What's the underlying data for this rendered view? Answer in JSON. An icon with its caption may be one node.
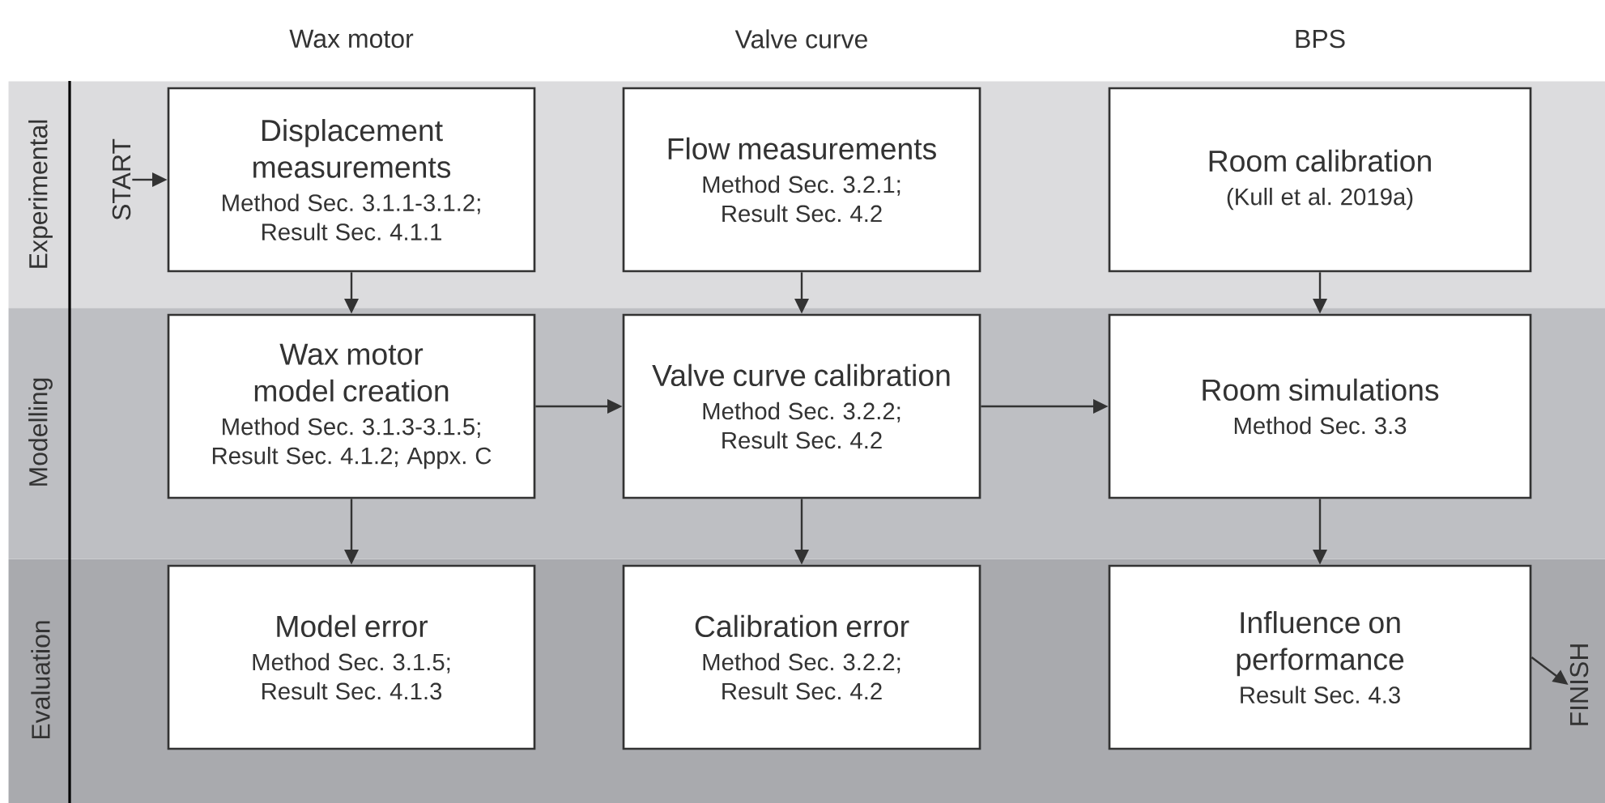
{
  "diagram": {
    "nodes": [
      {
        "text": [
          "Experimental"
        ]
      },
      {
        "text": [
          "Modelling"
        ]
      },
      {
        "text": [
          "Evaluation"
        ]
      },
      {
        "text": [
          "START"
        ],
        "in": 0
      },
      {
        "text": [
          "Displacement measurements",
          "Method Sec. 3.1.1-3.1.2; Result Sec. 4.1.1"
        ],
        "in": 0
      },
      {
        "text": [
          "Flow measurements",
          "Method Sec. 3.2.1; Result Sec. 4.2"
        ],
        "in": 0
      },
      {
        "text": [
          "Room calibration",
          "(Kull et al. 2019a)"
        ],
        "in": 0
      },
      {
        "text": [
          "Wax motor model creation",
          "Method Sec. 3.1.3-3.1.5; Result Sec. 4.1.2; Appx. C"
        ],
        "in": 1
      },
      {
        "text": [
          "Valve curve calibration",
          "Method Sec. 3.2.2; Result Sec. 4.2"
        ],
        "in": 1
      },
      {
        "text": [
          "Room simulations",
          "Method Sec. 3.3"
        ],
        "in": 1
      },
      {
        "text": [
          "Model error",
          "Method Sec. 3.1.5; Result Sec. 4.1.3"
        ],
        "in": 2
      },
      {
        "text": [
          "Calibration error",
          "Method Sec. 3.2.2; Result Sec. 4.2"
        ],
        "in": 2
      },
      {
        "text": [
          "Influence on performance",
          "Result Sec. 4.3"
        ],
        "in": 2
      },
      {
        "text": [
          "FINISH"
        ],
        "in": 2
      }
    ],
    "edges": [
      {
        "from": 3,
        "to": 4,
        "arrow": "to"
      },
      {
        "from": 4,
        "to": 7,
        "arrow": "to"
      },
      {
        "from": 5,
        "to": 8,
        "arrow": "to"
      },
      {
        "from": 6,
        "to": 9,
        "arrow": "to"
      },
      {
        "from": 7,
        "to": 8,
        "arrow": "to"
      },
      {
        "from": 8,
        "to": 9,
        "arrow": "to"
      },
      {
        "from": 7,
        "to": 10,
        "arrow": "to"
      },
      {
        "from": 8,
        "to": 11,
        "arrow": "to"
      },
      {
        "from": 9,
        "to": 12,
        "arrow": "to"
      },
      {
        "from": 12,
        "to": 13,
        "arrow": "to"
      }
    ],
    "labels": [
      "Wax motor",
      "Valve curve",
      "BPS"
    ]
  }
}
